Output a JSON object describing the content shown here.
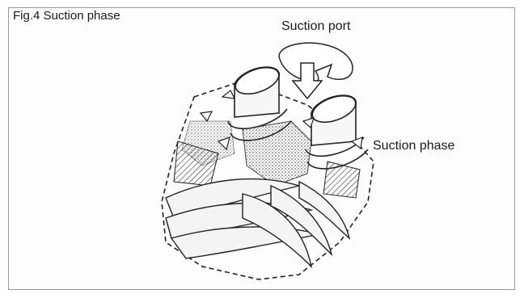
{
  "figure": {
    "title": "Fig.4 Suction phase",
    "labels": {
      "suction_port": "Suction port",
      "suction_phase": "Suction phase"
    }
  }
}
